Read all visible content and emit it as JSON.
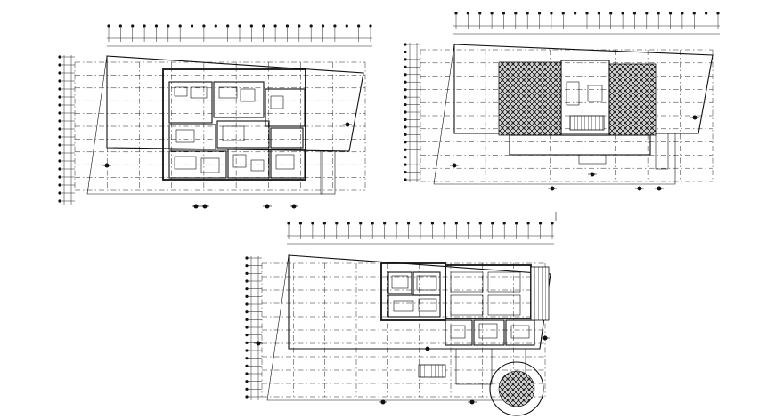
{
  "drawing": {
    "line_color": "#111111",
    "background": "#ffffff",
    "plans": [
      {
        "key": "plan_top_left"
      },
      {
        "key": "plan_top_right"
      },
      {
        "key": "plan_bottom"
      }
    ]
  }
}
